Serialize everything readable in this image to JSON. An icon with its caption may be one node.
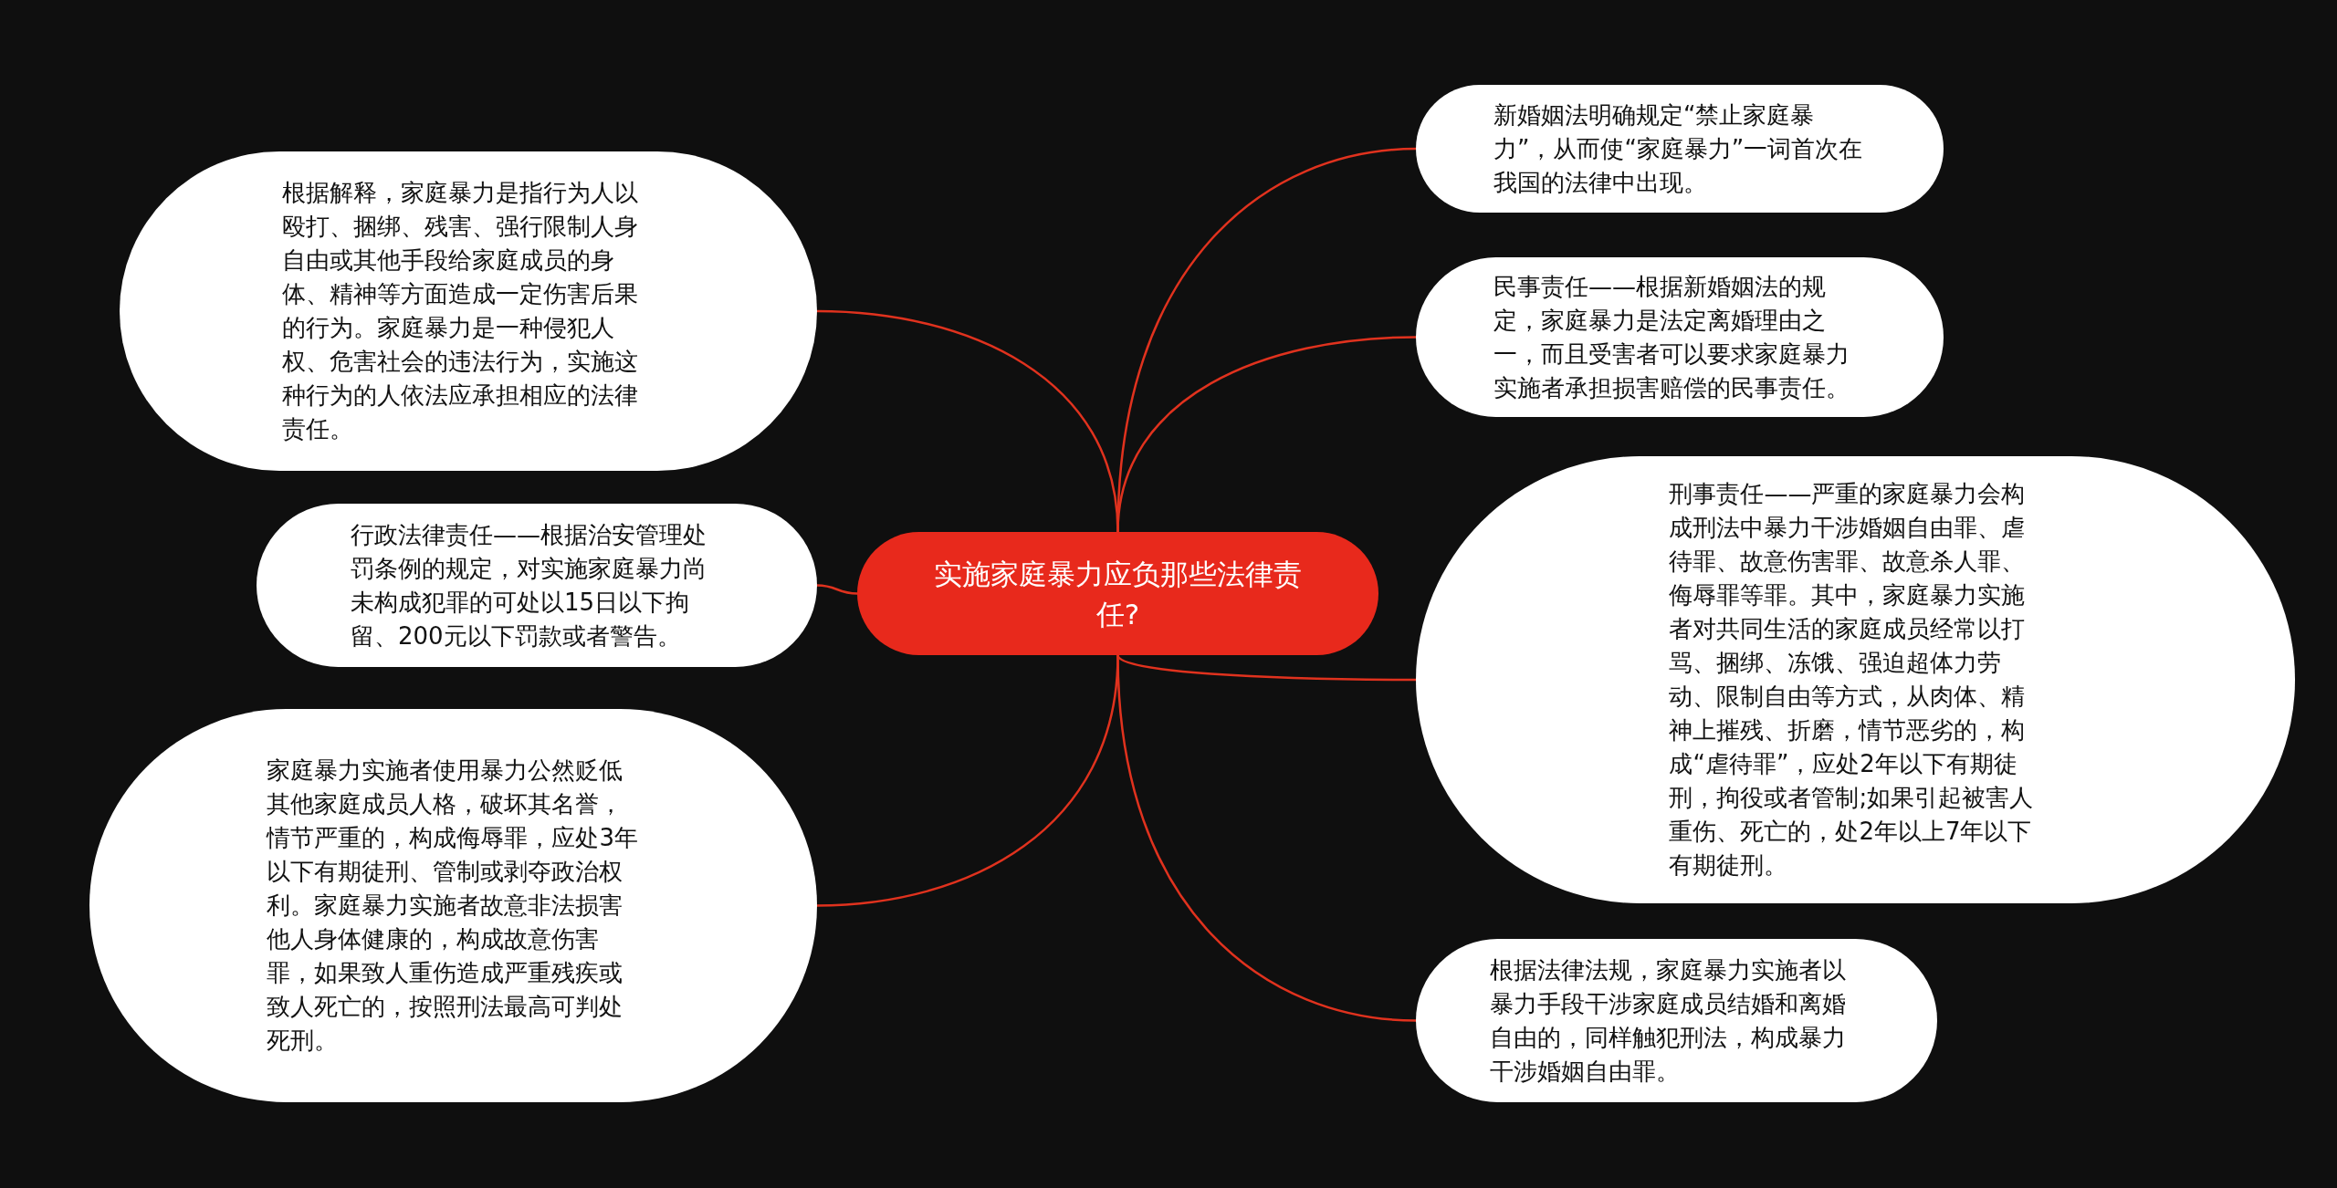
{
  "diagram": {
    "nodes": [
      {
        "text": [
          "实施家庭暴力应负那些法律责任?"
        ]
      },
      {
        "text": [
          "根据解释，家庭暴力是指行为人以殴打、捆绑、残害、强行限制人身自由或其他手段给家庭成员的身体、精神等方面造成一定伤害后果的行为。家庭暴力是一种侵犯人权、危害社会的违法行为，实施这种行为的人依法应承担相应的法律责任。"
        ]
      },
      {
        "text": [
          "行政法律责任——根据治安管理处罚条例的规定，对实施家庭暴力尚未构成犯罪的可处以15日以下拘留、200元以下罚款或者警告。"
        ]
      },
      {
        "text": [
          "家庭暴力实施者使用暴力公然贬低其他家庭成员人格，破坏其名誉，情节严重的，构成侮辱罪，应处3年以下有期徒刑、管制或剥夺政治权利。家庭暴力实施者故意非法损害他人身体健康的，构成故意伤害罪，如果致人重伤造成严重残疾或致人死亡的，按照刑法最高可判处死刑。"
        ]
      },
      {
        "text": [
          "新婚姻法明确规定“禁止家庭暴力”，从而使“家庭暴力”一词首次在我国的法律中出现。"
        ]
      },
      {
        "text": [
          "民事责任——根据新婚姻法的规定，家庭暴力是法定离婚理由之一，而且受害者可以要求家庭暴力实施者承担损害赔偿的民事责任。"
        ]
      },
      {
        "text": [
          "刑事责任——严重的家庭暴力会构成刑法中暴力干涉婚姻自由罪、虐待罪、故意伤害罪、故意杀人罪、侮辱罪等罪。其中，家庭暴力实施者对共同生活的家庭成员经常以打骂、捆绑、冻饿、强迫超体力劳动、限制自由等方式，从肉体、精神上摧残、折磨，情节恶劣的，构成“虐待罪”，应处2年以下有期徒刑，拘役或者管制;如果引起被害人重伤、死亡的，处2年以上7年以下有期徒刑。"
        ]
      },
      {
        "text": [
          "根据法律法规，家庭暴力实施者以暴力手段干涉家庭成员结婚和离婚自由的，同样触犯刑法，构成暴力干涉婚姻自由罪。"
        ]
      }
    ],
    "edges": [
      {
        "from": 0,
        "to": 1,
        "arrow": "none"
      },
      {
        "from": 0,
        "to": 2,
        "arrow": "none"
      },
      {
        "from": 0,
        "to": 3,
        "arrow": "none"
      },
      {
        "from": 0,
        "to": 4,
        "arrow": "none"
      },
      {
        "from": 0,
        "to": 5,
        "arrow": "none"
      },
      {
        "from": 0,
        "to": 6,
        "arrow": "none"
      },
      {
        "from": 0,
        "to": 7,
        "arrow": "none"
      }
    ]
  }
}
